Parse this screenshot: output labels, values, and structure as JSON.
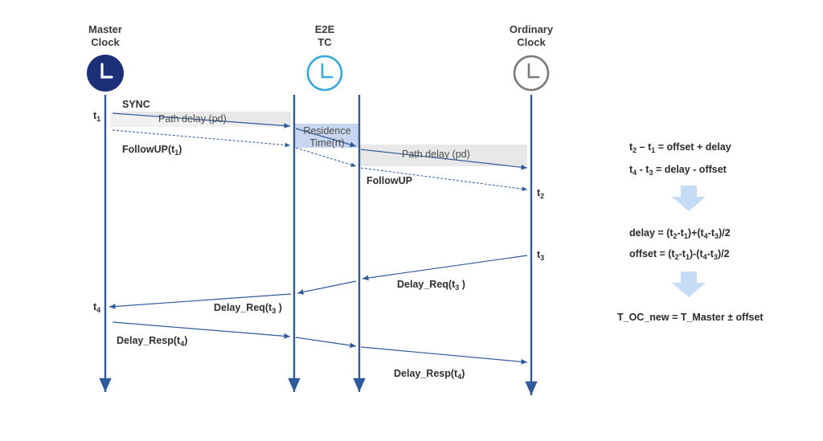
{
  "nodes": {
    "master": {
      "line1": "Master",
      "line2": "Clock"
    },
    "tc": {
      "line1": "E2E",
      "line2": "TC"
    },
    "ordinary": {
      "line1": "Ordinary",
      "line2": "Clock"
    }
  },
  "labels": {
    "sync": "SYNC",
    "path_delay_1": "Path delay (pd)",
    "residence_line1": "Residence",
    "residence_line2": "Time(rt)",
    "path_delay_2": "Path delay (pd)",
    "followup_master": {
      "text": "FollowUP(t",
      "sub": "1",
      "close": ")"
    },
    "followup_tc": "FollowUP",
    "delay_req_oc": {
      "text": "Delay_Req(t",
      "sub": "3",
      "close": " )"
    },
    "delay_req_tc": {
      "text": "Delay_Req(t",
      "sub": "3",
      "close": " )"
    },
    "delay_resp_master": {
      "text": "Delay_Resp(t",
      "sub": "4",
      "close": ")"
    },
    "delay_resp_oc": {
      "text": "Delay_Resp(t",
      "sub": "4",
      "close": ")"
    }
  },
  "timestamps": {
    "t1": {
      "base": "t",
      "sub": "1"
    },
    "t2": {
      "base": "t",
      "sub": "2"
    },
    "t3": {
      "base": "t",
      "sub": "3"
    },
    "t4": {
      "base": "t",
      "sub": "4"
    }
  },
  "formulas": {
    "f1": {
      "p1": "t",
      "s1": "2",
      "p2": " – t",
      "s2": "1",
      "p3": " = offset + delay"
    },
    "f2": {
      "p1": "t",
      "s1": "4",
      "p2": " - t",
      "s2": "3",
      "p3": " = delay - offset"
    },
    "f3": {
      "p1": "delay = (t",
      "s1": "2",
      "p2": "-t",
      "s2": "1",
      "p3": ")+(t",
      "s3": "4",
      "p4": "-t",
      "s4": "3",
      "p5": ")/2"
    },
    "f4": {
      "p1": "offset = (t",
      "s1": "2",
      "p2": "-t",
      "s2": "1",
      "p3": ")-(t",
      "s3": "4",
      "p4": "-t",
      "s4": "3",
      "p5": ")/2"
    },
    "f5": "T_OC_new = T_Master ± offset"
  },
  "icons": {
    "master": "clock-icon-filled",
    "tc": "clock-icon-outline-cyan",
    "ordinary": "clock-icon-outline-gray",
    "arrow1": "down-arrow-icon",
    "arrow2": "down-arrow-icon"
  },
  "colors": {
    "line_blue": "#2f5a9a",
    "master_fill": "#1e2f7a",
    "tc_stroke": "#3aa8d8",
    "oc_stroke": "#7a7a7a",
    "pd_band": "#e8e8e8",
    "residence_band": "#c9d6f0",
    "down_arrow": "#c6dcf5"
  }
}
